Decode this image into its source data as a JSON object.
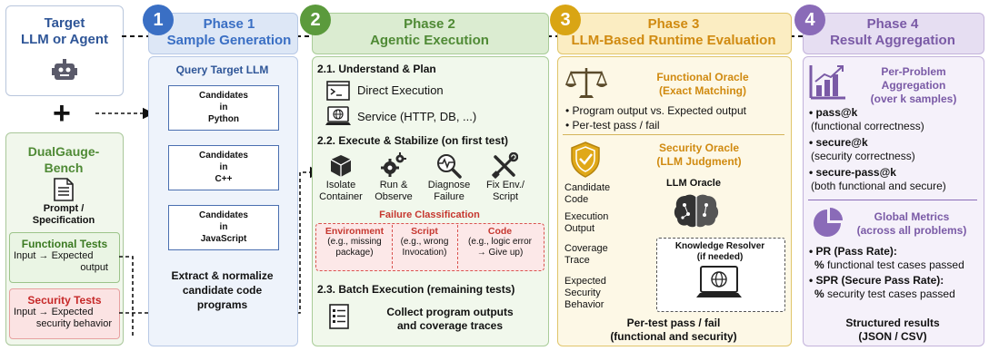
{
  "left": {
    "target_title": [
      "Target",
      "LLM or Agent"
    ],
    "plus": "+",
    "bench_title": [
      "DualGauge-",
      "Bench"
    ],
    "prompt_label": [
      "Prompt /",
      "Specification"
    ],
    "functional_tests": {
      "title": "Functional Tests",
      "lines": [
        "Input →  Expected",
        "output"
      ]
    },
    "security_tests": {
      "title": "Security Tests",
      "lines": [
        "Input → Expected",
        "security behavior"
      ]
    }
  },
  "phase1": {
    "number": "1",
    "title": [
      "Phase 1",
      "Sample Generation"
    ],
    "query": "Query Target LLM",
    "candidates": [
      [
        "Candidates",
        "in",
        "Python"
      ],
      [
        "Candidates",
        "in",
        "C++"
      ],
      [
        "Candidates",
        "in",
        "JavaScript"
      ]
    ],
    "footer": [
      "Extract & normalize",
      "candidate code",
      "programs"
    ]
  },
  "phase2": {
    "number": "2",
    "title": [
      "Phase 2",
      "Agentic Execution"
    ],
    "s1_title": "2.1. Understand & Plan",
    "direct": "Direct Execution",
    "service": "Service (HTTP, DB, ...)",
    "s2_title": "2.2. Execute & Stabilize (on first test)",
    "steps": [
      [
        "Isolate",
        "Container"
      ],
      [
        "Run &",
        "Observe"
      ],
      [
        "Diagnose",
        "Failure"
      ],
      [
        "Fix Env./",
        "Script"
      ]
    ],
    "failure_title": "Failure Classification",
    "failures": [
      {
        "title": "Environment",
        "desc": [
          "(e.g., missing",
          "package)"
        ]
      },
      {
        "title": "Script",
        "desc": [
          "(e.g., wrong",
          "Invocation)"
        ]
      },
      {
        "title": "Code",
        "desc": [
          "(e.g., logic error",
          "→ Give up)"
        ]
      }
    ],
    "s3_title": "2.3. Batch Execution (remaining tests)",
    "collect": [
      "Collect program outputs",
      "and coverage traces"
    ]
  },
  "phase3": {
    "number": "3",
    "title": [
      "Phase 3",
      "LLM-Based Runtime Evaluation"
    ],
    "func_oracle": [
      "Functional Oracle",
      "(Exact Matching)"
    ],
    "func_bullets": [
      "Program output vs. Expected output",
      "Per-test pass / fail"
    ],
    "sec_oracle": [
      "Security Oracle",
      "(LLM Judgment)"
    ],
    "inputs": [
      [
        "Candidate",
        "Code"
      ],
      [
        "Execution",
        "Output"
      ],
      [
        "Coverage",
        "Trace"
      ],
      [
        "Expected",
        "Security",
        "Behavior"
      ]
    ],
    "llm_oracle": "LLM Oracle",
    "knowledge": [
      "Knowledge Resolver",
      "(if needed)"
    ],
    "footer": [
      "Per-test pass / fail",
      "(functional and security)"
    ]
  },
  "phase4": {
    "number": "4",
    "title": [
      "Phase 4",
      "Result Aggregation"
    ],
    "agg_title": [
      "Per-Problem",
      "Aggregation",
      "(over k samples)"
    ],
    "metrics": [
      {
        "name": "pass@k",
        "desc": "(functional correctness)"
      },
      {
        "name": "secure@k",
        "desc": "(security correctness)"
      },
      {
        "name": "secure-pass@k",
        "desc": "(both functional and secure)"
      }
    ],
    "global_title": [
      "Global Metrics",
      "(across all problems)"
    ],
    "pr": {
      "name": "PR (Pass Rate):",
      "desc_bold": "%",
      "desc": " functional test cases passed"
    },
    "spr": {
      "name": "SPR (Secure Pass Rate):",
      "desc_bold": "%",
      "desc": " security test cases passed"
    },
    "footer": [
      "Structured results",
      "(JSON / CSV)"
    ]
  },
  "colors": {
    "phase1": "#3a6fc4",
    "phase2": "#5b9a3c",
    "phase3": "#d9a514",
    "phase4": "#8a6bb8"
  }
}
